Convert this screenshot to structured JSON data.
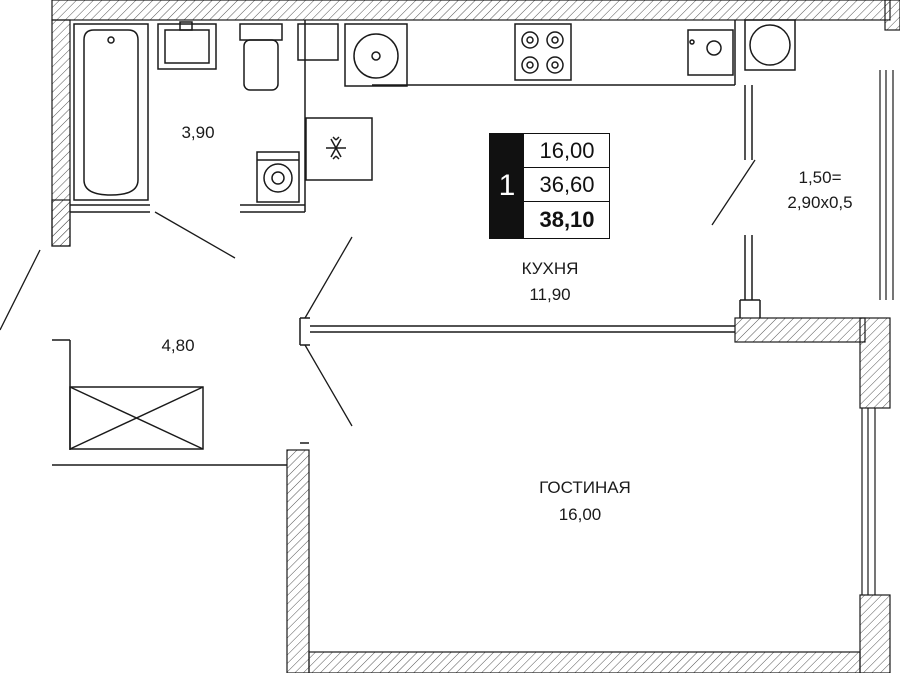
{
  "summary": {
    "rooms": "1",
    "living_area": "16,00",
    "area_without_balcony": "36,60",
    "total_area": "38,10"
  },
  "rooms": {
    "bathroom": {
      "area": "3,90"
    },
    "hallway": {
      "area": "4,80"
    },
    "kitchen": {
      "name": "КУХНЯ",
      "area": "11,90"
    },
    "balcony": {
      "area_line1": "1,50=",
      "area_line2": "2,90x0,5"
    },
    "living_room": {
      "name": "ГОСТИНАЯ",
      "area": "16,00"
    }
  },
  "fixtures": [
    "bathtub-icon",
    "sink-icon",
    "toilet-icon",
    "washing-machine-icon",
    "kitchen-sink-icon",
    "stove-icon",
    "boiler-icon",
    "fridge-icon",
    "wardrobe-icon"
  ],
  "colors": {
    "line": "#1a1a1a",
    "hatch": "#555555",
    "badge": "#111111"
  }
}
